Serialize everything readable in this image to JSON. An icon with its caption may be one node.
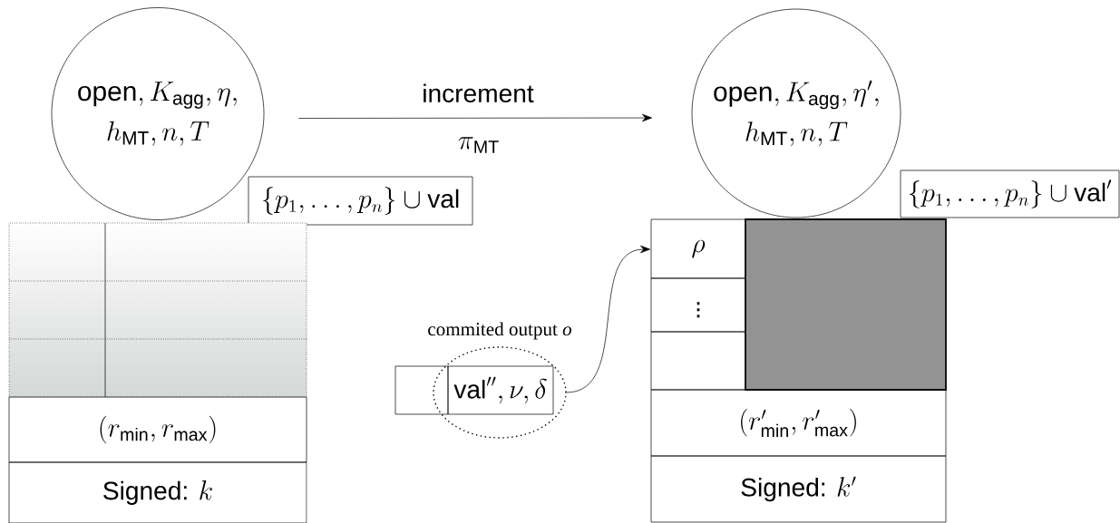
{
  "diagram": {
    "nodes": [
      {
        "text": [
          "\\text{open}, K_{\\text{agg}}, \\eta,\\allowbreak\\ h_{\\text{MT}}, n, T"
        ]
      },
      {
        "text": [
          "\\{p_1, \\ldots, p_n\\} \\cup \\text{val}"
        ]
      },
      {
        "text": [],
        "shape": "box"
      },
      {
        "text": [
          "(r_{\\text{min}}, r_{\\text{max}})"
        ]
      },
      {
        "text": [
          "\\text{Signed: }k"
        ]
      },
      {
        "text": [
          "\\text{open}, K_{\\text{agg}}, \\eta',\\allowbreak\\ h_{\\text{MT}}, n, T"
        ]
      },
      {
        "text": [
          "\\{p_1, \\ldots, p_n\\} \\cup \\text{val}'"
        ]
      },
      {
        "text": [
          "\\rho"
        ]
      },
      {
        "text": [
          "\\vdots"
        ]
      },
      {
        "text": [],
        "shape": "box"
      },
      {
        "text": [],
        "shape": "box"
      },
      {
        "text": [
          "(r'_{\\text{min}}, r'_{\\text{max}})"
        ]
      },
      {
        "text": [
          "\\text{Signed: }k'"
        ]
      },
      {
        "text": [],
        "shape": "ellipse",
        "beside": [
          "commited output *o*"
        ]
      },
      {
        "text": [],
        "shape": "box"
      },
      {
        "text": [
          "\\text{val}'', \\nu, \\delta"
        ],
        "in": 13
      }
    ],
    "edges": [
      {
        "from": 0,
        "to": 5,
        "arrow": "to",
        "label": "increment"
      },
      {
        "from": 13,
        "to": 7,
        "arrow": "to"
      }
    ],
    "labels": [
      "\\pi_{\\text{MT}}"
    ]
  }
}
